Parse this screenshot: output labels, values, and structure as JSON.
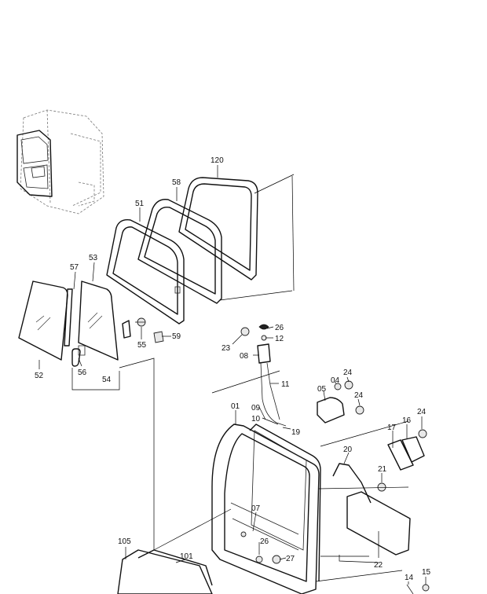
{
  "callouts": [
    {
      "id": "c120",
      "text": "120"
    },
    {
      "id": "c58",
      "text": "58"
    },
    {
      "id": "c51",
      "text": "51"
    },
    {
      "id": "c57",
      "text": "57"
    },
    {
      "id": "c53",
      "text": "53"
    },
    {
      "id": "c52",
      "text": "52"
    },
    {
      "id": "c56",
      "text": "56"
    },
    {
      "id": "c54",
      "text": "54"
    },
    {
      "id": "c55",
      "text": "55"
    },
    {
      "id": "c59",
      "text": "59"
    },
    {
      "id": "c26a",
      "text": "26"
    },
    {
      "id": "c12",
      "text": "12"
    },
    {
      "id": "c23",
      "text": "23"
    },
    {
      "id": "c08",
      "text": "08"
    },
    {
      "id": "c11",
      "text": "11"
    },
    {
      "id": "c24a",
      "text": "24"
    },
    {
      "id": "c04",
      "text": "04"
    },
    {
      "id": "c05",
      "text": "05"
    },
    {
      "id": "c24b",
      "text": "24"
    },
    {
      "id": "c01",
      "text": "01"
    },
    {
      "id": "c09",
      "text": "09"
    },
    {
      "id": "c10",
      "text": "10"
    },
    {
      "id": "c19",
      "text": "19"
    },
    {
      "id": "c16",
      "text": "16"
    },
    {
      "id": "c24c",
      "text": "24"
    },
    {
      "id": "c17",
      "text": "17"
    },
    {
      "id": "c20",
      "text": "20"
    },
    {
      "id": "c21",
      "text": "21"
    },
    {
      "id": "c07",
      "text": "07"
    },
    {
      "id": "c26b",
      "text": "26"
    },
    {
      "id": "c27",
      "text": "27"
    },
    {
      "id": "c105",
      "text": "105"
    },
    {
      "id": "c101",
      "text": "101"
    },
    {
      "id": "c22",
      "text": "22"
    },
    {
      "id": "c14",
      "text": "14"
    },
    {
      "id": "c15",
      "text": "15"
    }
  ]
}
